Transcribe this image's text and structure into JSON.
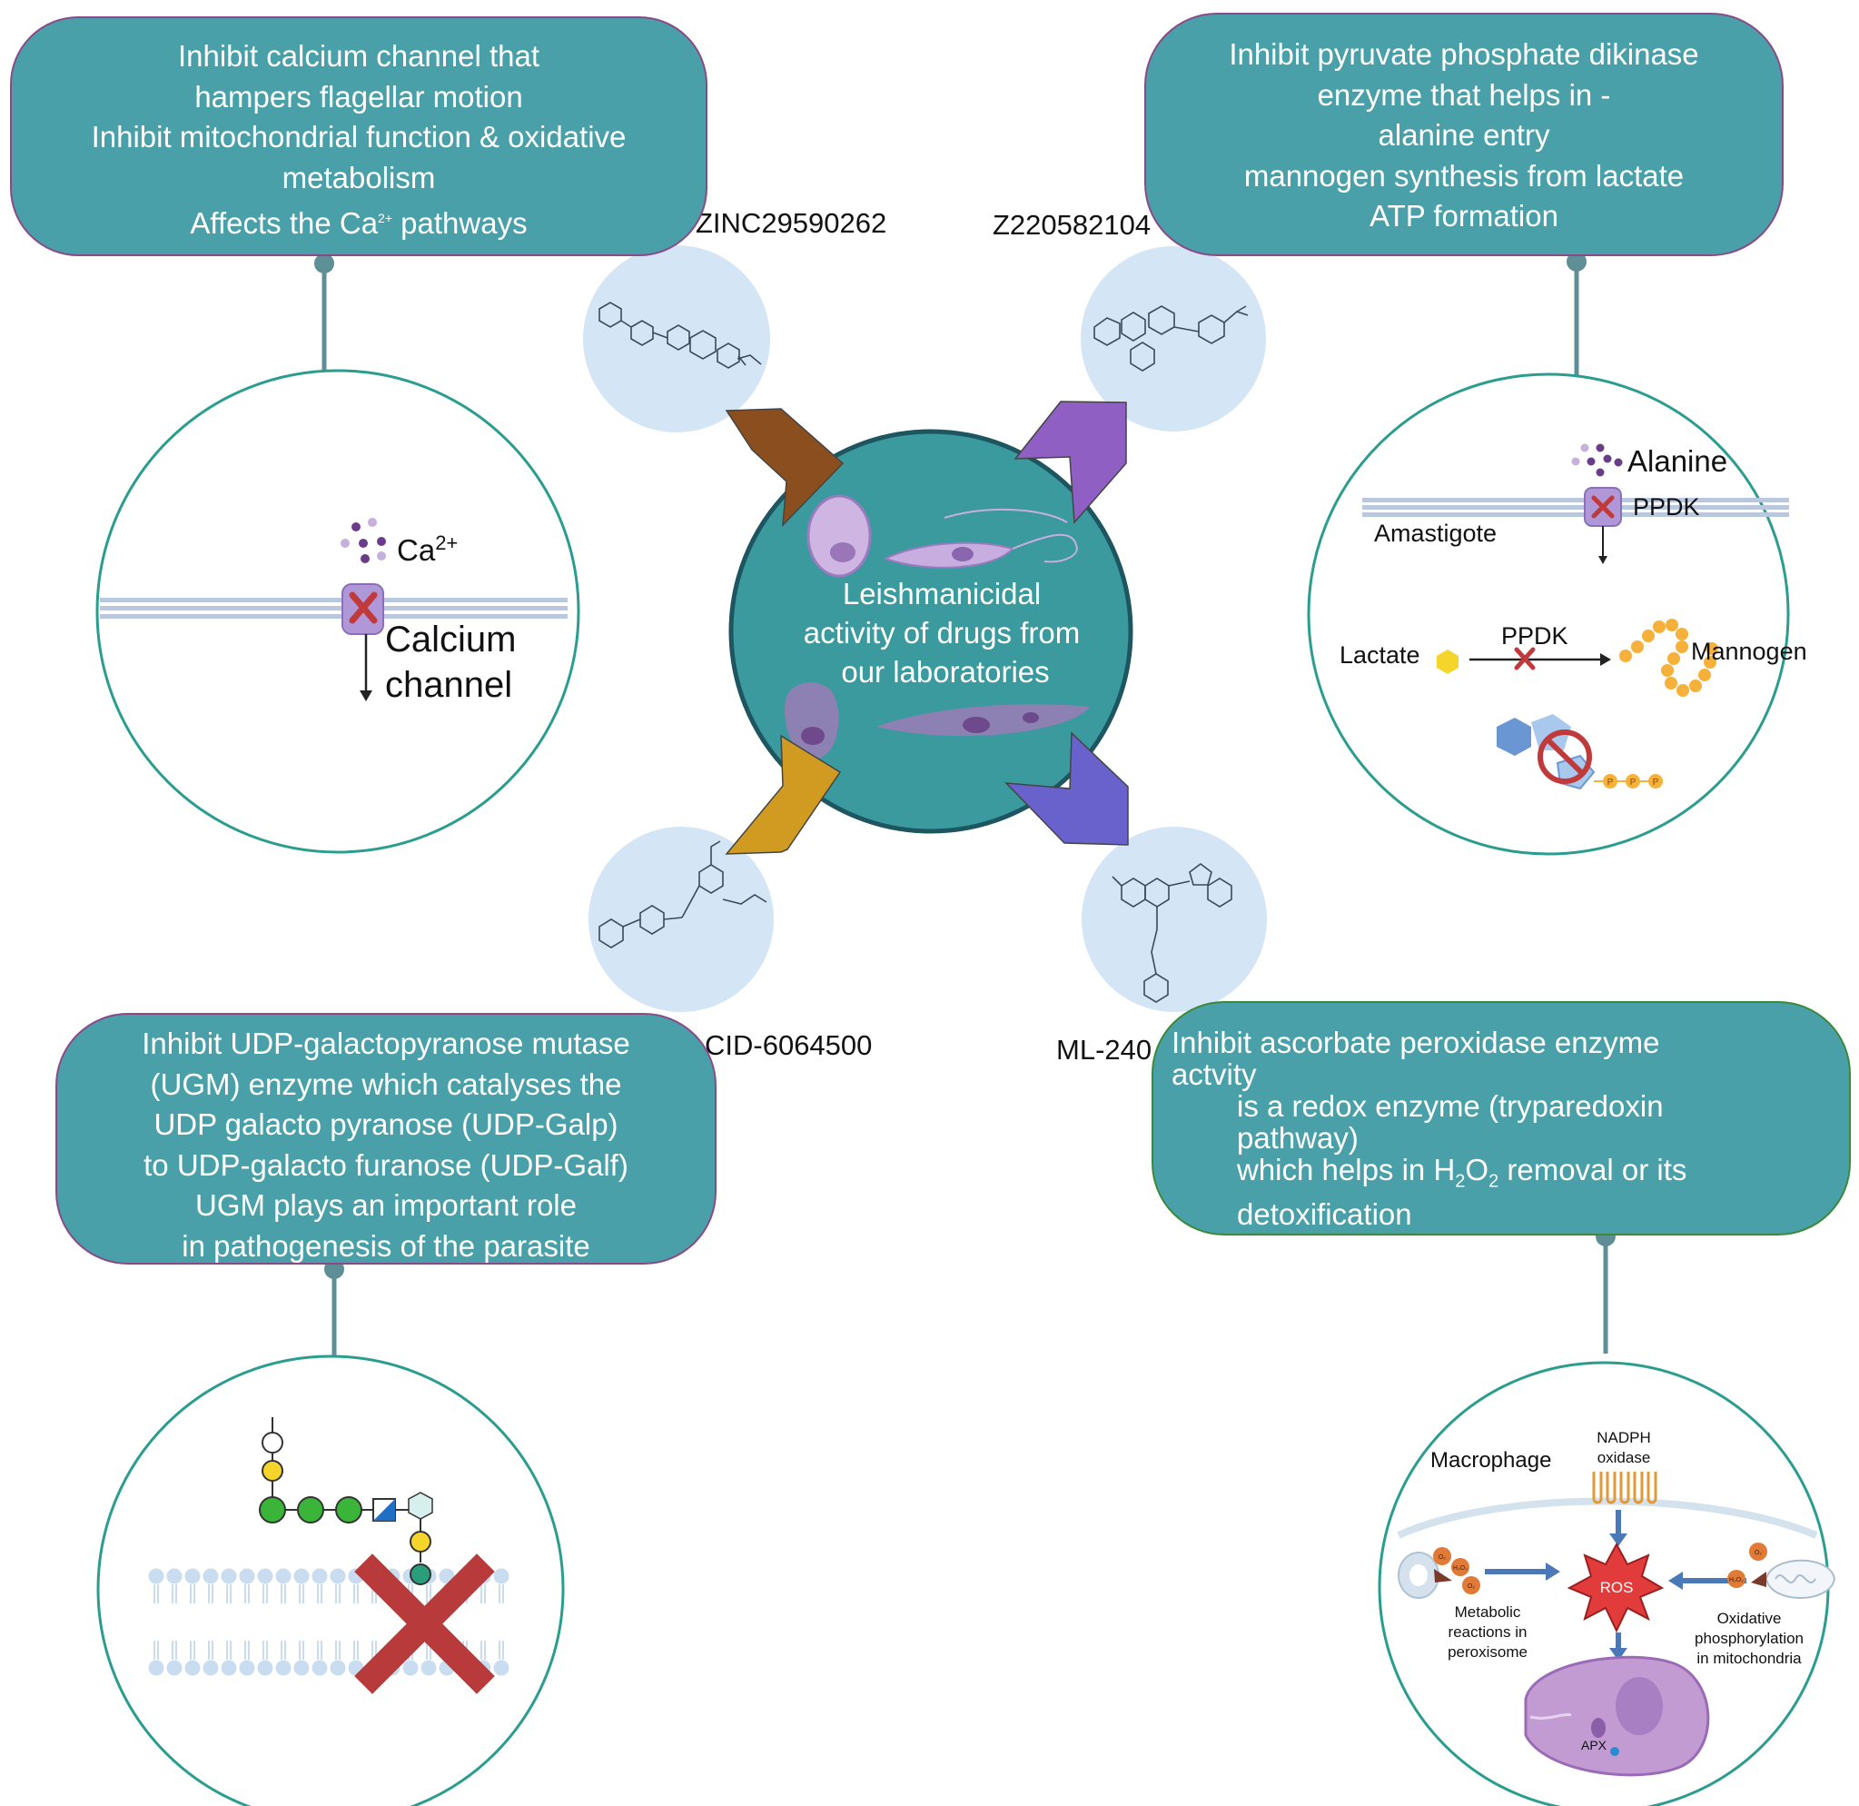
{
  "center": {
    "lines": [
      "Leishmanicidal",
      "activity of drugs from",
      "our laboratories"
    ]
  },
  "drugs": {
    "zinc": "ZINC29590262",
    "z22": "Z220582104",
    "cid": "CID-6064500",
    "ml": "ML-240"
  },
  "boxes": {
    "calcium": {
      "lines": [
        "Inhibit calcium channel that",
        "hampers flagellar motion",
        "Inhibit mitochondrial function & oxidative",
        "metabolism",
        "Affects the Ca",
        "2+",
        " pathways"
      ]
    },
    "ppdk": {
      "lines": [
        "Inhibit pyruvate phosphate dikinase",
        "enzyme that helps in -",
        "alanine entry",
        "mannogen synthesis from lactate",
        "ATP formation"
      ]
    },
    "ugm": {
      "lines": [
        "Inhibit UDP-galactopyranose mutase",
        "(UGM) enzyme which catalyses the",
        "UDP galacto pyranose (UDP-Galp)",
        "to UDP-galacto furanose (UDP-Galf)",
        "UGM  plays an important role",
        "in pathogenesis of the parasite"
      ]
    },
    "apx": {
      "l1": "Inhibit ascorbate peroxidase enzyme",
      "l2": "actvity",
      "l3": "is a redox enzyme (tryparedoxin",
      "l4": "pathway)",
      "l5a": "which helps in H",
      "l5b": "2",
      "l5c": "O",
      "l5d": "2",
      "l5e": " removal or its",
      "l6": "detoxification"
    }
  },
  "calcium_panel": {
    "ion": "Ca",
    "ion_sup": "2+",
    "label1": "Calcium",
    "label2": "channel"
  },
  "ppdk_panel": {
    "alanine": "Alanine",
    "ppdk_top": "PPDK",
    "amastigote": "Amastigote",
    "lactate": "Lactate",
    "ppdk_mid": "PPDK",
    "mannogen": "Mannogen",
    "atp_p": "P"
  },
  "ros_panel": {
    "macrophage": "Macrophage",
    "nadph1": "NADPH",
    "nadph2": "oxidase",
    "ros": "ROS",
    "metabolic1": "Metabolic",
    "metabolic2": "reactions in",
    "metabolic3": "peroxisome",
    "oxidative1": "Oxidative",
    "oxidative2": "phosphorylation",
    "oxidative3": "in mitochondria",
    "apx": "APX",
    "o2": "O₂",
    "h2o2": "H₂O₂"
  },
  "colors": {
    "teal_box": "#4aa0a8",
    "center_fill": "#3a9a9e",
    "brown_arrow": "#8b4f1f",
    "purple_arrow": "#8f5fc4",
    "gold_arrow": "#d19a20",
    "blue_arrow": "#6a62cc",
    "connector": "#5f8f96",
    "red_x": "#b83a3a"
  }
}
